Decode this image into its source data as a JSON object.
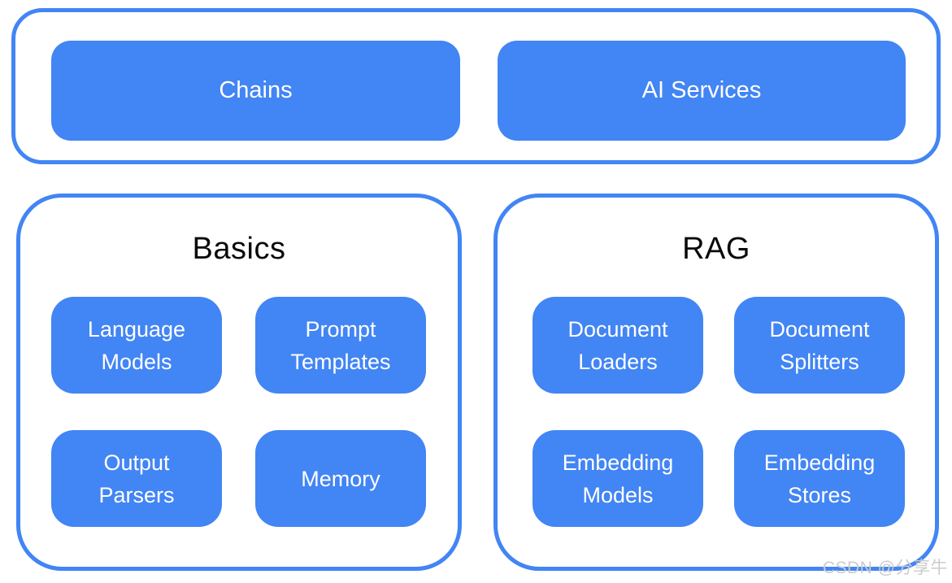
{
  "diagram": {
    "top_group": {
      "items": [
        {
          "label": "Chains"
        },
        {
          "label": "AI Services"
        }
      ]
    },
    "basics": {
      "title": "Basics",
      "items": [
        "Language\nModels",
        "Prompt\nTemplates",
        "Output\nParsers",
        "Memory"
      ]
    },
    "rag": {
      "title": "RAG",
      "items": [
        "Document\nLoaders",
        "Document\nSplitters",
        "Embedding\nModels",
        "Embedding\nStores"
      ]
    },
    "colors": {
      "box_fill": "#4285f4",
      "group_border": "#4285f4",
      "box_text": "#ffffff",
      "title_text": "#0a0a0a",
      "watermark_text": "#cccccc",
      "background": "#ffffff"
    },
    "watermark": "CSDN @分享牛"
  }
}
